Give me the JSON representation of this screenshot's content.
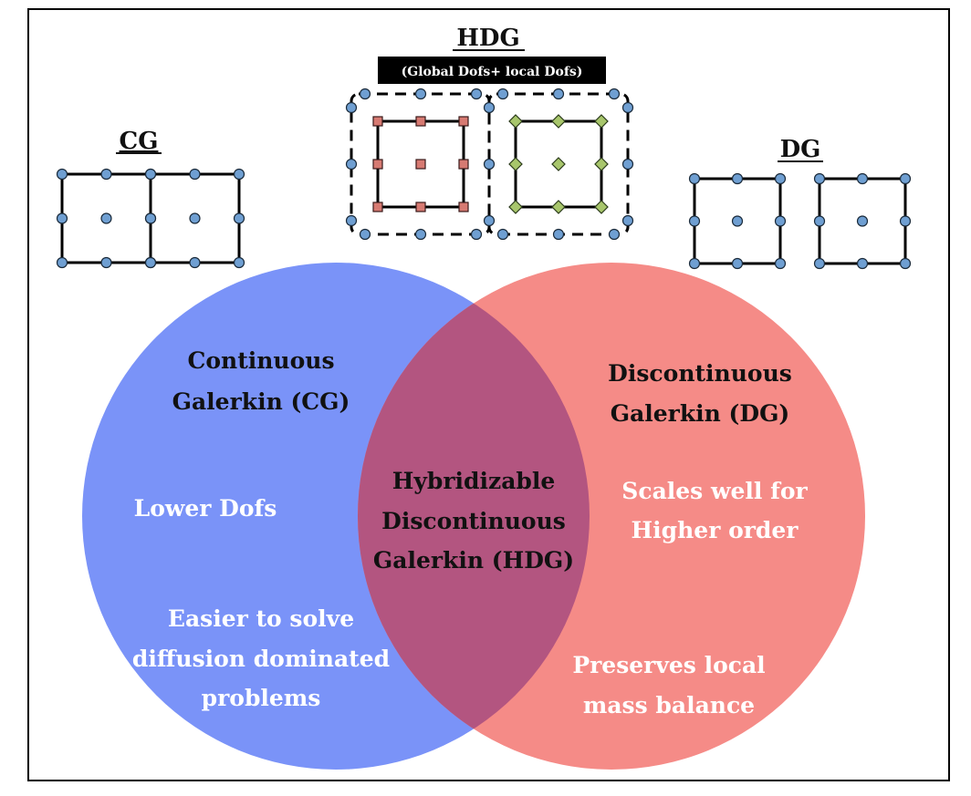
{
  "cg": {
    "label": "CG",
    "full_name": [
      "Continuous",
      "Galerkin (CG)"
    ],
    "features": [
      [
        "Lower Dofs"
      ],
      [
        "Easier to solve",
        "diffusion dominated",
        "problems"
      ]
    ]
  },
  "dg": {
    "label": "DG",
    "full_name": [
      "Discontinuous",
      "Galerkin (DG)"
    ],
    "features": [
      [
        "Scales well for",
        "Higher order"
      ],
      [
        "Preserves local",
        "mass balance"
      ]
    ]
  },
  "hdg": {
    "label": "HDG",
    "subtitle": "(Global Dofs+ local Dofs)",
    "full_name": [
      "Hybridizable",
      "Discontinuous",
      "Galerkin (HDG)"
    ]
  },
  "colors": {
    "cg_circle": "#7a93f8",
    "dg_circle": "#f58b87",
    "overlap": "#b35580",
    "node_blue": "#6f9fd2",
    "node_red": "#d77a72",
    "node_green": "#a8c66c",
    "frame": "#000000",
    "label_dark": "#111111",
    "label_light": "#ffffff"
  }
}
